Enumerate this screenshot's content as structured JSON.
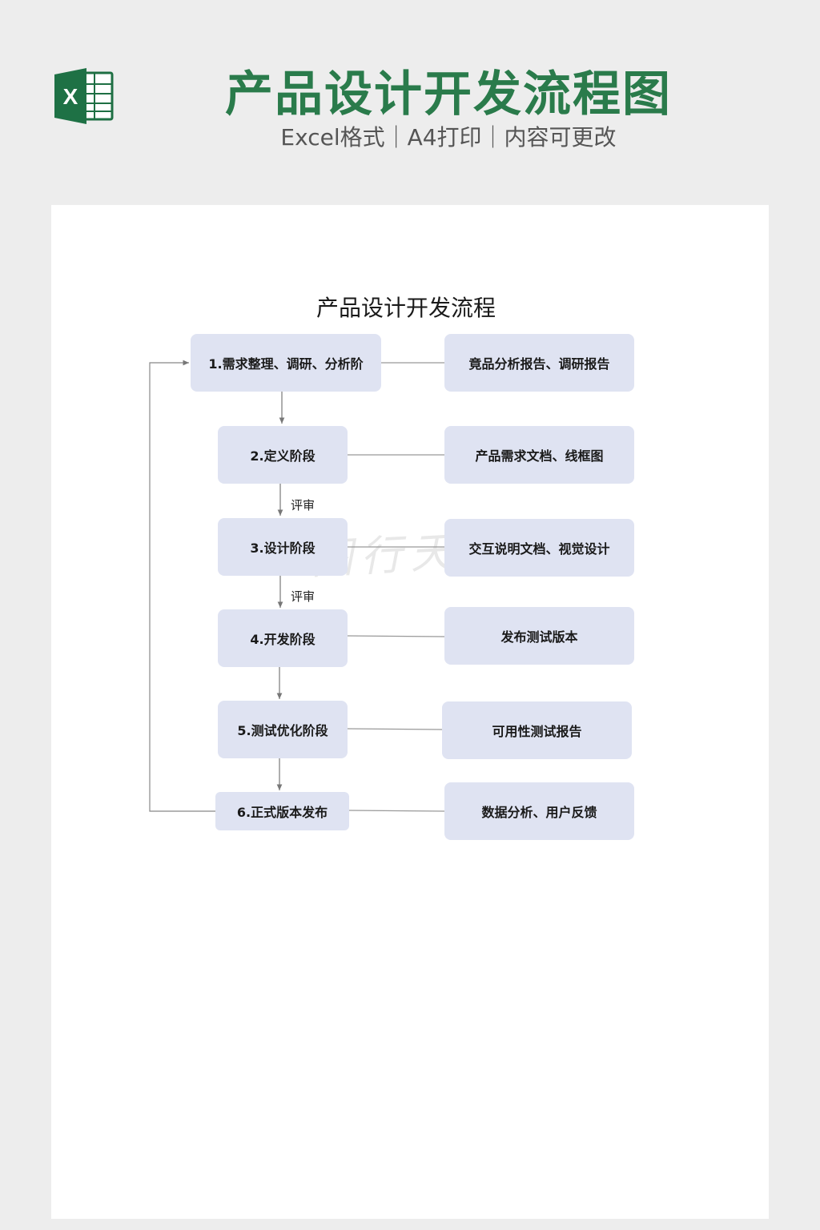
{
  "header": {
    "icon_letter": "X",
    "title": "产品设计开发流程图",
    "subtitle": "Excel格式｜A4打印｜内容可更改"
  },
  "document": {
    "title": "产品设计开发流程",
    "steps": [
      {
        "label": "1.需求整理、调研、分析阶",
        "output": "竟品分析报告、调研报告"
      },
      {
        "label": "2.定义阶段",
        "output": "产品需求文档、线框图"
      },
      {
        "label": "3.设计阶段",
        "output": "交互说明文档、视觉设计"
      },
      {
        "label": "4.开发阶段",
        "output": "发布测试版本"
      },
      {
        "label": "5.测试优化阶段",
        "output": "可用性测试报告"
      },
      {
        "label": "6.正式版本发布",
        "output": "数据分析、用户反馈"
      }
    ],
    "review_labels": [
      "评审",
      "评审"
    ],
    "watermark": "图行天下"
  },
  "colors": {
    "title_green": "#2a7b4b",
    "box_fill": "#dfe3f2",
    "connector": "#888888",
    "background": "#ededed",
    "paper": "#ffffff"
  }
}
